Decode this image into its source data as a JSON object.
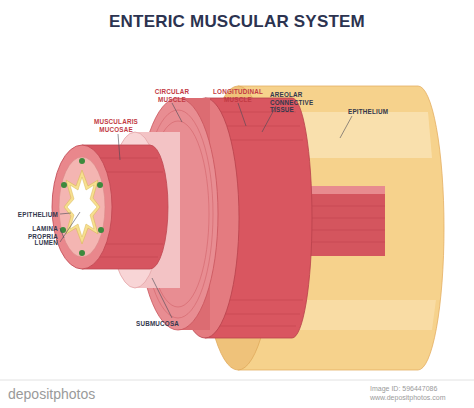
{
  "diagram": {
    "title": "ENTERIC MUSCULAR SYSTEM",
    "labels": [
      "CIRCULAR MUSCLE",
      "LONGITUDINAL MUSCLE",
      "AREOLAR CONNECTIVE TISSUE",
      "EPITHELIUM",
      "MUSCULARIS MUCOSAE",
      "EPITHELIUM",
      "LAMINA PROPRIA",
      "LUMEN",
      "SUBMUCOSA",
      "depositphotos",
      "Image ID: 596447086",
      "www.depositphotos.com"
    ]
  }
}
